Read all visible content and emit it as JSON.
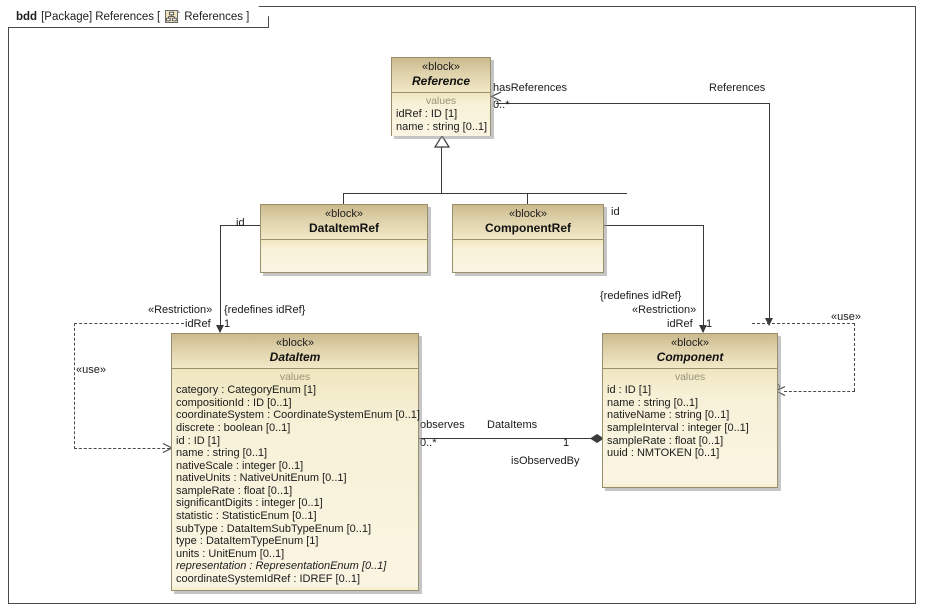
{
  "frame": {
    "kind": "bdd",
    "package_kw": "[Package]",
    "package_name": "References",
    "open_bracket": "[",
    "diagram_name": "References",
    "close_bracket": "]",
    "icon": "block-definition-diagram-icon"
  },
  "colors": {
    "header_fill": "#cbb98d",
    "body_fill": "#f7f1d8",
    "border": "#9a8f6d",
    "line": "#3a3a3a",
    "compartment_label": "#9b9279",
    "type_text": "#6e6440"
  },
  "blocks": [
    {
      "id": "reference",
      "stereotype": "«block»",
      "name": "Reference",
      "abstract": true,
      "compartment": "values",
      "properties": [
        {
          "text": "idRef : ID [1]",
          "name": "idRef",
          "type": "ID",
          "mult": "[1]",
          "italic": false
        },
        {
          "text": "name : string [0..1]",
          "name": "name",
          "type": "string",
          "mult": "[0..1]",
          "italic": false
        }
      ]
    },
    {
      "id": "dataitemref",
      "stereotype": "«block»",
      "name": "DataItemRef",
      "abstract": false,
      "compartment": "",
      "properties": []
    },
    {
      "id": "componentref",
      "stereotype": "«block»",
      "name": "ComponentRef",
      "abstract": false,
      "compartment": "",
      "properties": []
    },
    {
      "id": "dataitem",
      "stereotype": "«block»",
      "name": "DataItem",
      "abstract": true,
      "compartment": "values",
      "properties": [
        {
          "text": "category : CategoryEnum [1]",
          "italic": false
        },
        {
          "text": "compositionId : ID [0..1]",
          "italic": false
        },
        {
          "text": "coordinateSystem : CoordinateSystemEnum [0..1]",
          "italic": false
        },
        {
          "text": "discrete : boolean [0..1]",
          "italic": false
        },
        {
          "text": "id : ID [1]",
          "italic": false
        },
        {
          "text": "name : string [0..1]",
          "italic": false
        },
        {
          "text": "nativeScale : integer [0..1]",
          "italic": false
        },
        {
          "text": "nativeUnits : NativeUnitEnum [0..1]",
          "italic": false
        },
        {
          "text": "sampleRate : float [0..1]",
          "italic": false
        },
        {
          "text": "significantDigits : integer [0..1]",
          "italic": false
        },
        {
          "text": "statistic : StatisticEnum [0..1]",
          "italic": false
        },
        {
          "text": "subType : DataItemSubTypeEnum [0..1]",
          "italic": false
        },
        {
          "text": "type : DataItemTypeEnum [1]",
          "italic": false
        },
        {
          "text": "units : UnitEnum [0..1]",
          "italic": false
        },
        {
          "text": "representation : RepresentationEnum [0..1]",
          "italic": true
        },
        {
          "text": "coordinateSystemIdRef : IDREF [0..1]",
          "italic": false
        }
      ]
    },
    {
      "id": "component",
      "stereotype": "«block»",
      "name": "Component",
      "abstract": true,
      "compartment": "values",
      "properties": [
        {
          "text": "id : ID [1]",
          "italic": false
        },
        {
          "text": "name : string [0..1]",
          "italic": false
        },
        {
          "text": "nativeName : string [0..1]",
          "italic": false
        },
        {
          "text": "sampleInterval : integer [0..1]",
          "italic": false
        },
        {
          "text": "sampleRate : float [0..1]",
          "italic": false
        },
        {
          "text": "uuid : NMTOKEN [0..1]",
          "italic": false
        }
      ]
    }
  ],
  "edge_labels": {
    "has_references": "hasReferences",
    "has_references_mult": "0..*",
    "references": "References",
    "id_left": "id",
    "id_right": "id",
    "restriction_left": "«Restriction»",
    "redefines_left": "{redefines idRef}",
    "idref_left": "idRef",
    "idref_left_mult": "1",
    "restriction_right": "«Restriction»",
    "redefines_right": "{redefines idRef}",
    "idref_right": "idRef",
    "idref_right_mult": "1",
    "use_left": "«use»",
    "use_right": "«use»",
    "observes": "observes",
    "observes_mult": "0..*",
    "dataitems": "DataItems",
    "dataitems_mult": "1",
    "is_observed_by": "isObservedBy"
  }
}
